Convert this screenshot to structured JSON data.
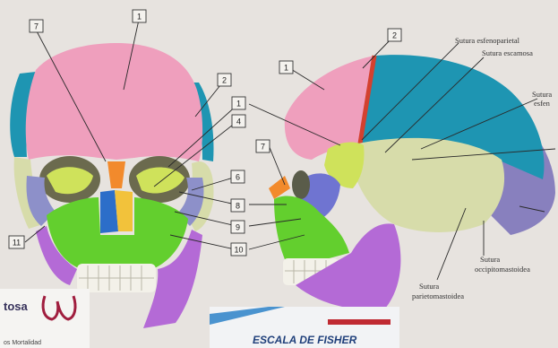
{
  "diagram": {
    "number_labels": [
      "7",
      "1",
      "2",
      "1",
      "4",
      "6",
      "8",
      "9",
      "10",
      "11",
      "2",
      "1",
      "7"
    ],
    "sutures": {
      "sphenoparietal": "Sutura esfenoparietal",
      "squamous": "Sutura escamosa",
      "sphenoid_partial_a": "Sutura",
      "sphenoid_partial_b": "esfen",
      "occipitomastoid_a": "Sutura",
      "occipitomastoid_b": "occipitomastoidea",
      "parietomastoid_a": "Sutura",
      "parietomastoid_b": "parietomastoidea"
    },
    "bone_colors": {
      "frontal": "#ef9fbd",
      "parietal": "#1e95b2",
      "zygomatic": "#d8e18a",
      "sphenoid": "#cfe25b",
      "maxilla": "#63cf2e",
      "mandible": "#b46ad6",
      "temporal": "#d7dcaa",
      "occipital": "#8880be",
      "nasal": "#f28a2c",
      "suture_red": "#d3412f"
    }
  },
  "footer": {
    "logo_text": "tosa",
    "caption": "os Mortalidad",
    "banner_title": "ESCALA DE FISHER"
  }
}
